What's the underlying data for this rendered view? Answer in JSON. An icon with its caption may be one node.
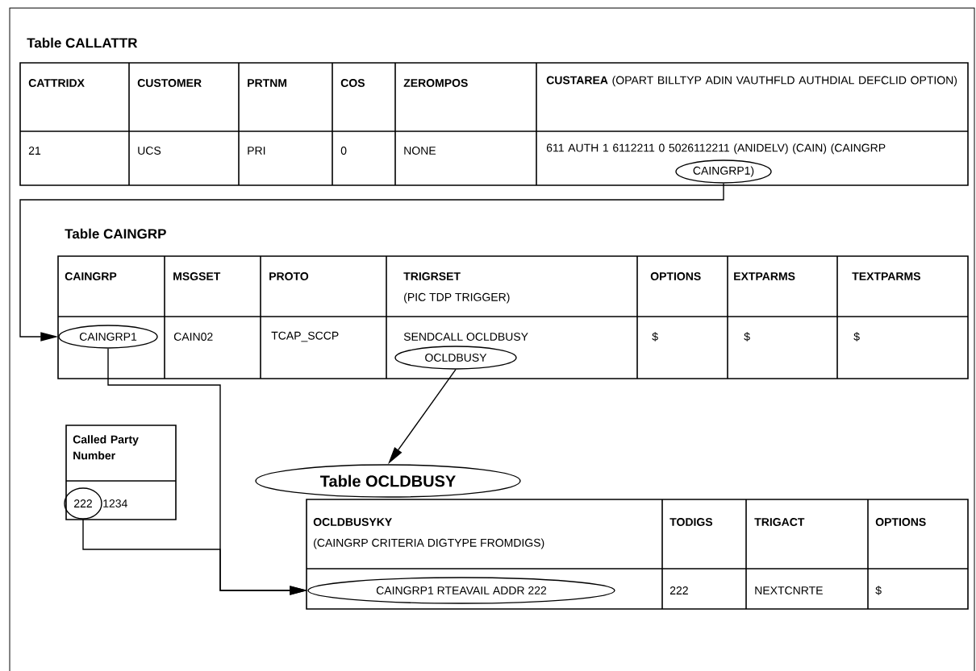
{
  "diagram": {
    "nodes": [
      {
        "text": [
          "CAINGRP1)"
        ]
      },
      {
        "text": [
          "CAINGRP1"
        ]
      },
      {
        "text": [
          "OCLDBUSY"
        ]
      },
      {
        "text": [
          "Table OCLDBUSY"
        ]
      },
      {
        "text": [
          "222"
        ]
      },
      {
        "text": [
          "CAINGRP1 RTEAVAIL ADDR 222"
        ]
      }
    ],
    "edges": [
      {
        "from": 0,
        "to": 1,
        "arrow": "to"
      },
      {
        "from": 2,
        "to": 3,
        "arrow": "to"
      },
      {
        "from": 1,
        "to": 5,
        "arrow": "to"
      },
      {
        "from": 4,
        "to": 5,
        "arrow": "to"
      }
    ],
    "labels": [
      "Table CALLATTR",
      "CATTRIDX",
      "CUSTOMER",
      "PRTNM",
      "COS",
      "ZEROMPOS",
      "**CUSTAREA** (OPART BILLTYP ADIN VAUTHFLD AUTHDIAL DEFCLID OPTION)",
      "21",
      "UCS",
      "PRI",
      "0",
      "NONE",
      "611 AUTH 1 6112211 0 5026112211 (ANIDELV) (CAIN) (CAINGRP",
      "Table CAINGRP",
      "CAINGRP",
      "MSGSET",
      "PROTO",
      "TRIGRSET",
      "(PIC TDP TRIGGER)",
      "OPTIONS",
      "EXTPARMS",
      "TEXTPARMS",
      "CAIN02",
      "TCAP_SCCP",
      "SENDCALL OCLDBUSY",
      "$",
      "$",
      "$",
      "Called Party Number",
      "1234",
      "OCLDBUSYKY",
      "(CAINGRP CRITERIA DIGTYPE FROMDIGS)",
      "TODIGS",
      "TRIGACT",
      "OPTIONS",
      "222",
      "NEXTCNRTE",
      "$"
    ]
  }
}
